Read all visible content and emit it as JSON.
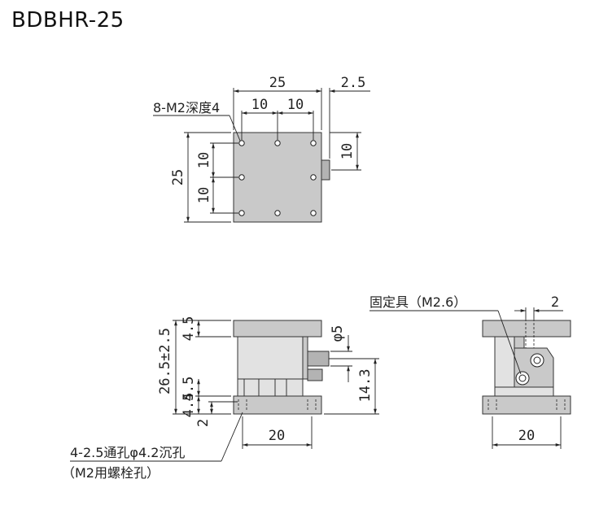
{
  "title": "BDBHR-25",
  "top_view": {
    "dim_width": "25",
    "dim_offset": "2.5",
    "dim_pitch_1": "10",
    "dim_pitch_2": "10",
    "dim_height": "25",
    "dim_v_pitch_1": "10",
    "dim_v_pitch_2": "10",
    "dim_knob": "10",
    "tap_note": "8-M2深度4"
  },
  "front_view": {
    "dim_total": "26.5±2.5",
    "dim_top": "4.5",
    "dim_mid": "4.5",
    "dim_base": "4.5",
    "dim_bottom": "2",
    "dim_knob_dia": "φ5",
    "dim_knob_height": "14.3",
    "dim_width": "20",
    "hole_note_1": "4-2.5通孔φ4.2沉孔",
    "hole_note_2": "（M2用螺栓孔）"
  },
  "side_view": {
    "fix_note": "固定具（M2.6）",
    "dim_fix": "2",
    "dim_width": "20"
  }
}
